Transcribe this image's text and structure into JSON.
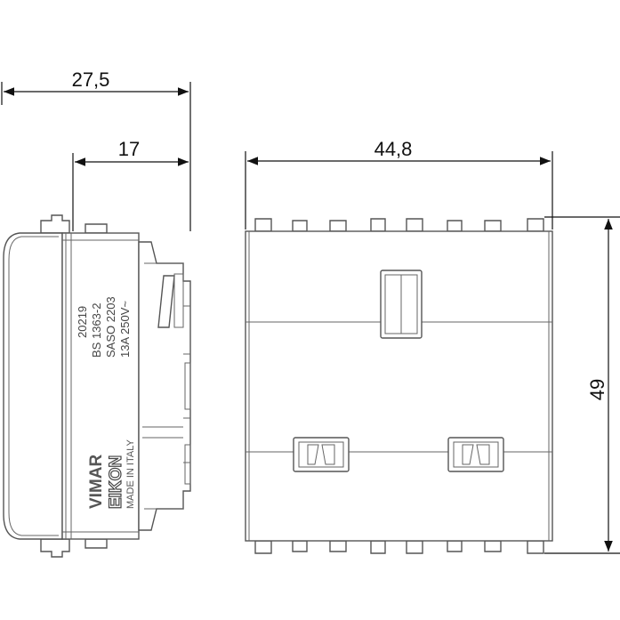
{
  "dimensions": {
    "side_depth_total": "27,5",
    "side_depth_partial": "17",
    "front_width": "44,8",
    "front_height": "49"
  },
  "side_label": {
    "lines": [
      "20219",
      "BS 1363-2",
      "SASO 2203",
      "13A  250V~"
    ],
    "brand_top": "VIMAR",
    "brand_bottom": "EIKON",
    "origin": "MADE IN ITALY"
  }
}
